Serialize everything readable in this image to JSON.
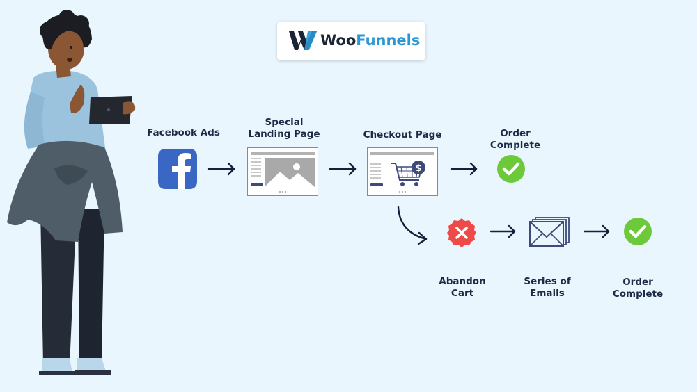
{
  "logo": {
    "brand_part1": "Woo",
    "brand_part2": "Funnels",
    "icon": "woofunnels-logo-icon"
  },
  "steps": {
    "facebook_ads": {
      "label": "Facebook Ads",
      "icon": "facebook-icon"
    },
    "landing_page": {
      "label": "Special\nLanding Page",
      "icon": "landing-page-icon"
    },
    "checkout_page": {
      "label": "Checkout Page",
      "icon": "shopping-cart-icon"
    },
    "order_complete_top": {
      "label": "Order\nComplete",
      "icon": "check-icon"
    },
    "abandon_cart": {
      "label": "Abandon\nCart",
      "icon": "x-icon"
    },
    "series_of_emails": {
      "label": "Series of\nEmails",
      "icon": "envelope-icon"
    },
    "order_complete_bottom": {
      "label": "Order\nComplete",
      "icon": "check-icon"
    }
  },
  "colors": {
    "background": "#eaf6fd",
    "facebook_blue": "#3a66c4",
    "success_green": "#6cc93a",
    "error_red": "#ee4a4a",
    "arrow_navy": "#16203a",
    "brand_blue": "#2a97d6"
  }
}
